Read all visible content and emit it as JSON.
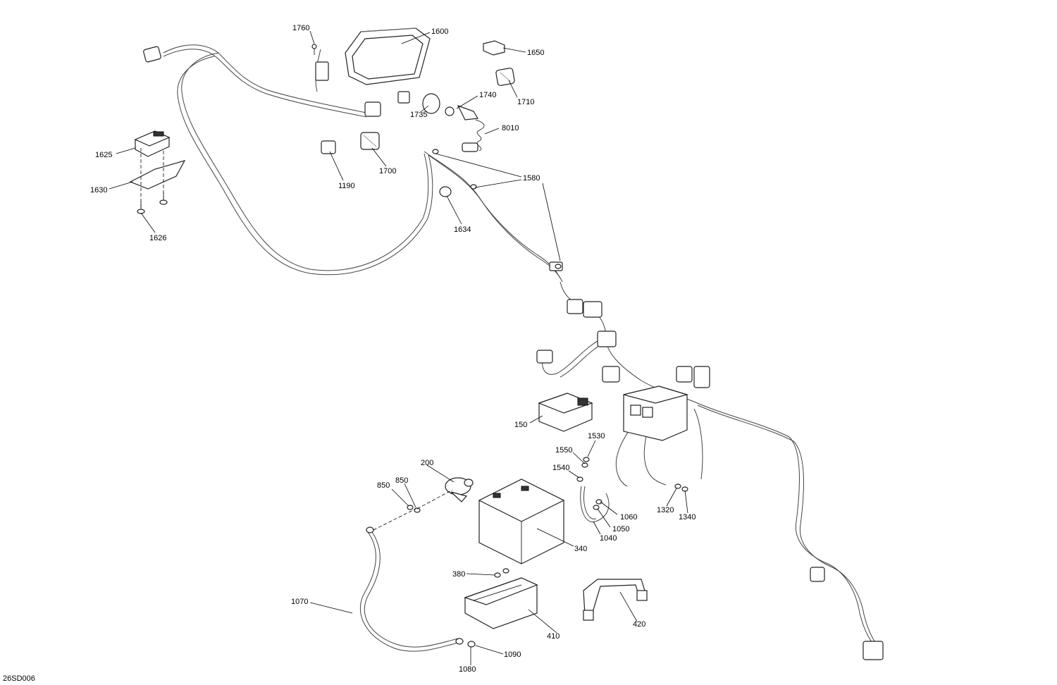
{
  "diagram_code": "26SD006",
  "callouts": [
    {
      "id": "c1760",
      "text": "1760"
    },
    {
      "id": "c1600",
      "text": "1600"
    },
    {
      "id": "c1650",
      "text": "1650"
    },
    {
      "id": "c1740",
      "text": "1740"
    },
    {
      "id": "c1710",
      "text": "1710"
    },
    {
      "id": "c1735",
      "text": "1735"
    },
    {
      "id": "c8010",
      "text": "8010"
    },
    {
      "id": "c1625",
      "text": "1625"
    },
    {
      "id": "c1630",
      "text": "1630"
    },
    {
      "id": "c1626",
      "text": "1626"
    },
    {
      "id": "c1190",
      "text": "1190"
    },
    {
      "id": "c1700",
      "text": "1700"
    },
    {
      "id": "c1580",
      "text": "1580"
    },
    {
      "id": "c1634",
      "text": "1634"
    },
    {
      "id": "c150",
      "text": "150"
    },
    {
      "id": "c1530",
      "text": "1530"
    },
    {
      "id": "c1550",
      "text": "1550"
    },
    {
      "id": "c1540",
      "text": "1540"
    },
    {
      "id": "c200",
      "text": "200"
    },
    {
      "id": "c850a",
      "text": "850"
    },
    {
      "id": "c850b",
      "text": "850"
    },
    {
      "id": "c1060",
      "text": "1060"
    },
    {
      "id": "c1050",
      "text": "1050"
    },
    {
      "id": "c1040",
      "text": "1040"
    },
    {
      "id": "c1320",
      "text": "1320"
    },
    {
      "id": "c1340",
      "text": "1340"
    },
    {
      "id": "c340",
      "text": "340"
    },
    {
      "id": "c380",
      "text": "380"
    },
    {
      "id": "c1070",
      "text": "1070"
    },
    {
      "id": "c410",
      "text": "410"
    },
    {
      "id": "c420",
      "text": "420"
    },
    {
      "id": "c1080",
      "text": "1080"
    },
    {
      "id": "c1090",
      "text": "1090"
    }
  ]
}
